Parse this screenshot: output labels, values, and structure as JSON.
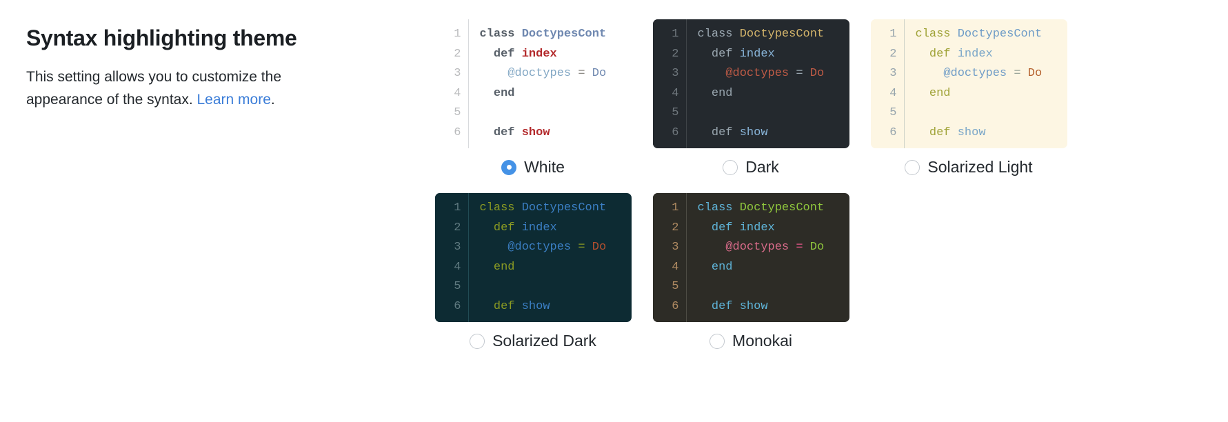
{
  "setting": {
    "title": "Syntax highlighting theme",
    "description_before_link": "This setting allows you to customize the appearance of the syntax. ",
    "link_text": "Learn more",
    "description_after_link": ".",
    "link_color": "#3b7dd8"
  },
  "code_sample": {
    "line_numbers": [
      "1",
      "2",
      "3",
      "4",
      "5",
      "6"
    ],
    "lines": [
      {
        "indent": 0,
        "tokens": [
          {
            "t": "class ",
            "k": "kw"
          },
          {
            "t": "DoctypesCont",
            "k": "cls"
          }
        ]
      },
      {
        "indent": 1,
        "tokens": [
          {
            "t": "def ",
            "k": "kw"
          },
          {
            "t": "index",
            "k": "fn"
          }
        ]
      },
      {
        "indent": 2,
        "tokens": [
          {
            "t": "@doctypes",
            "k": "ivar"
          },
          {
            "t": " = ",
            "k": "op"
          },
          {
            "t": "Do",
            "k": "const"
          }
        ]
      },
      {
        "indent": 1,
        "tokens": [
          {
            "t": "end",
            "k": "kw"
          }
        ]
      },
      {
        "indent": 0,
        "tokens": []
      },
      {
        "indent": 1,
        "tokens": [
          {
            "t": "def ",
            "k": "kw"
          },
          {
            "t": "show",
            "k": "fn"
          }
        ]
      }
    ]
  },
  "themes": [
    {
      "id": "white",
      "label": "White",
      "selected": true,
      "class": "t-white",
      "bg": "#ffffff"
    },
    {
      "id": "dark",
      "label": "Dark",
      "selected": false,
      "class": "t-dark",
      "bg": "#24292e"
    },
    {
      "id": "sollight",
      "label": "Solarized Light",
      "selected": false,
      "class": "t-sollight",
      "bg": "#fdf6e3"
    },
    {
      "id": "soldark",
      "label": "Solarized Dark",
      "selected": false,
      "class": "t-soldark",
      "bg": "#0d2b33"
    },
    {
      "id": "monokai",
      "label": "Monokai",
      "selected": false,
      "class": "t-monokai",
      "bg": "#2d2c26"
    }
  ],
  "accent_color": "#4492e6"
}
